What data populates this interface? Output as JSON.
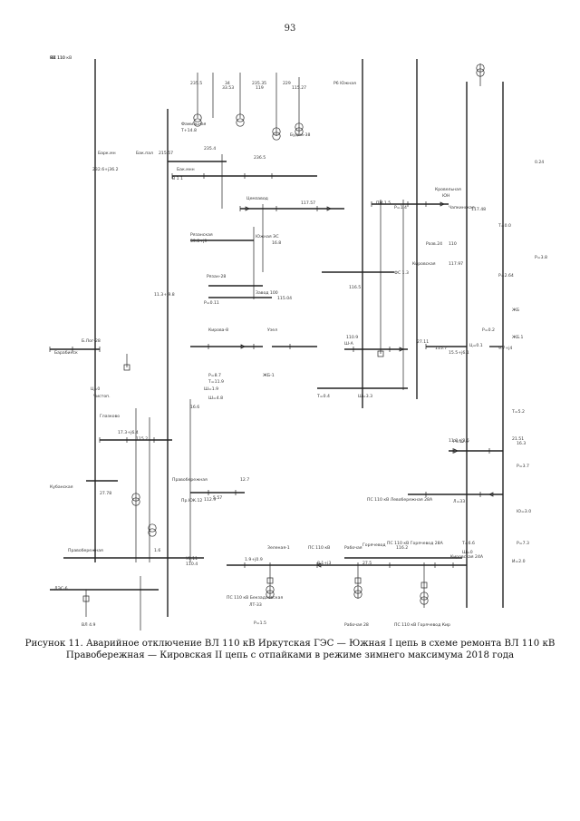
{
  "page_number": "93",
  "figure": {
    "caption_line1": "Рисунок 11. Аварийное отключение ВЛ 110 кВ Иркутская ГЭС — Южная I цепь в схеме ремонта ВЛ 110 кВ",
    "caption_line2": "Правобережная — Кировская II цепь с отпайками в режиме зимнего максимума 2018 года"
  },
  "diagram": {
    "labels": {
      "l1": "93",
      "l2": "235.5",
      "l3": "34",
      "l4": "235.35",
      "l5": "229",
      "l6": "Р6 Южная",
      "l7": "33.53",
      "l8": "119",
      "l9": "115.27",
      "l10": "Фамильная",
      "l11": "Т+14.8",
      "l12": "Будна-38",
      "l13": "235.4",
      "l14": "236.5",
      "l15": "Барк.мн",
      "l16": "232.6+j36.2",
      "l17": "Бак.пал",
      "l18": "215.57",
      "l19": "Бак.мнн",
      "l20": "В 1 1",
      "l21": "Цемзавод",
      "l22": "117.57",
      "l23": "Южная ЭС",
      "l24": "16.8",
      "l25": "Рязанская",
      "l26": "59.8+j9",
      "l27": "Кровельная",
      "l28": "ЮН",
      "l29": "Рязан-28",
      "l30": "Завод 100",
      "l31": "115.04",
      "l32": "116.5",
      "l33": "Кировская",
      "l34": "117.97",
      "l35": "ФС 1.3",
      "l36": "11.3+j9.8",
      "l37": "Р=0.11",
      "l38": "ПМ 1.5",
      "l39": "Чапкинская",
      "l40": "117.48",
      "l41": "Р=1.4",
      "l42": "Б.Лог-28",
      "l43": "Кирова-8",
      "l44": "Узел",
      "l45": "Барабинск",
      "l46": "110.9",
      "l47": "Ш-А",
      "l48": "27.11",
      "l49": "Р=0.2",
      "l50": "Р=8.7",
      "l51": "Т=11.9",
      "l52": "ЖБ-1",
      "l53": "Ц=0",
      "l54": "Чистоп.",
      "l55": "115.7",
      "l56": "15.5+j6.1",
      "l57": "Ц=0.1",
      "l58": "Глазково",
      "l59": "16.6",
      "l60": "17.3+j6.4",
      "l61": "115.2",
      "l62": "Кубанская",
      "l63": "27.78",
      "l64": "Правобережная",
      "l65": "Пр.ЮК.12",
      "l66": "112.9",
      "l67": "110.4",
      "l68": "Р=12.6",
      "l69": "16.3",
      "l70": "11.8+j3.6",
      "l71": "5.57",
      "l72": "12.7",
      "l73": "ПС 110 кВ Левобережная 28А",
      "l74": "Л=33",
      "l75": "ПС 110 кВ",
      "l76": "Горячевод",
      "l77": "Ш=0",
      "l78": "Правобережная",
      "l79": "1.6",
      "l80": "У8.11",
      "l81": "ПС 110 кВ Горячевод 28А",
      "l82": "1.9+j0.9",
      "l83": "Зеленая-1",
      "l84": "Рабочая",
      "l85": "116.2",
      "l86": "8.1+j3",
      "l87": "27.5",
      "l88": "ПС 110 кВ Бекзадаевская",
      "l89": "ЛТ-33",
      "l90": "ДЭС-6",
      "l91": "Р=1.5",
      "l92": "ПС 110 кВ Горячевод Кир",
      "l93": "Рабочая 28",
      "l94": "ВЛ 4.9",
      "l95": "0.24",
      "l96": "Т=0.0",
      "l97": "Р=3.8",
      "l98": "Р=2.64",
      "l99": "Разв.24",
      "l100": "110",
      "l101": "ЖБ",
      "l102": "ЖБ.1",
      "l103": "9.7+j4",
      "l104": "Т=5.2",
      "l105": "21.51",
      "l106": "Р=3.7",
      "l107": "Р=7.3",
      "l108": "И=2.0",
      "l109": "Ш=1.9",
      "l110": "Ш=4.8",
      "l111": "Т=0.4",
      "l112": "Ш=3.3",
      "l113": "Т=6.6",
      "l114": "Ю=3.0",
      "l115": "Кировская 24А",
      "l116": "ВЛ 110 кВ",
      "l117": "ПС 110"
    }
  }
}
